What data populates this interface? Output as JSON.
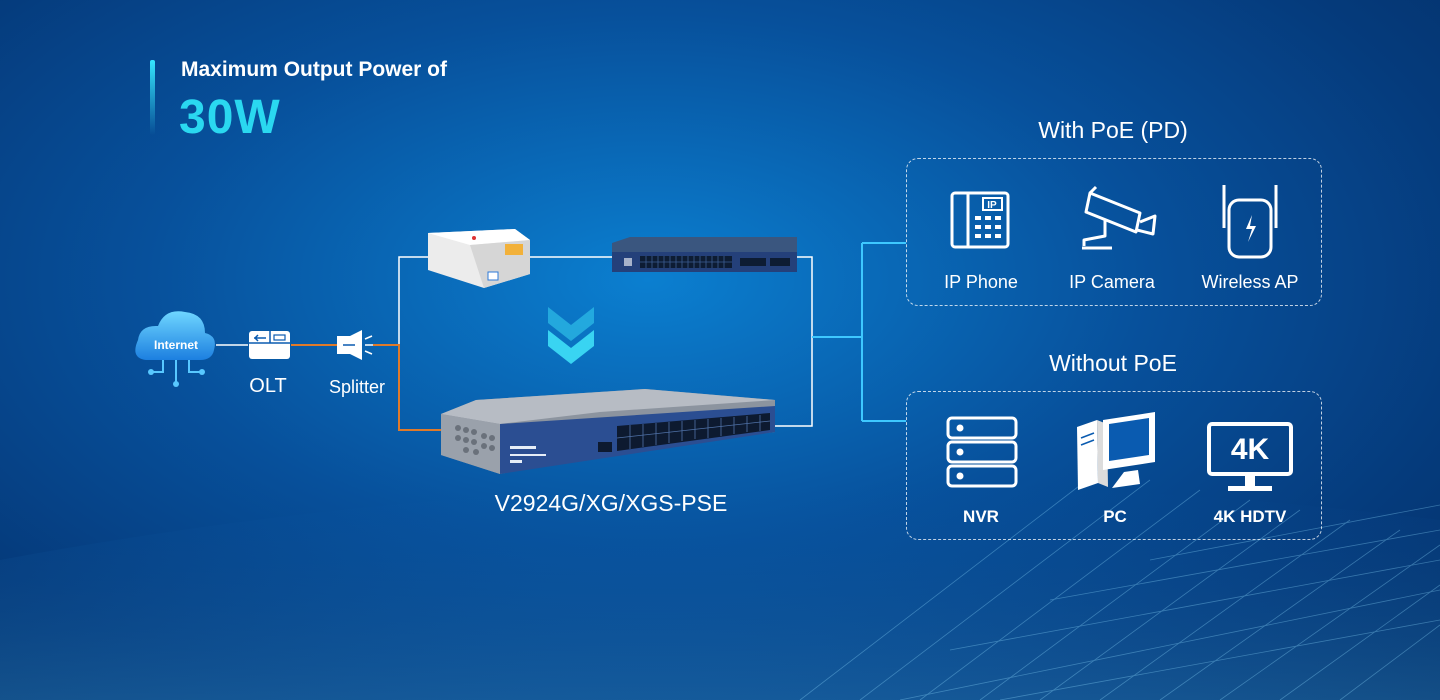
{
  "headline": {
    "line1": "Maximum Output Power of",
    "power": "30W"
  },
  "network": {
    "internet_label": "Internet",
    "olt_label": "OLT",
    "splitter_label": "Splitter",
    "switch_model": "V2924G/XG/XGS-PSE"
  },
  "with_poe": {
    "title": "With PoE (PD)",
    "devices": [
      {
        "label": "IP Phone",
        "icon": "ip-phone-icon"
      },
      {
        "label": "IP Camera",
        "icon": "ip-camera-icon"
      },
      {
        "label": "Wireless AP",
        "icon": "wireless-ap-icon"
      }
    ]
  },
  "without_poe": {
    "title": "Without PoE",
    "devices": [
      {
        "label": "NVR",
        "icon": "nvr-icon"
      },
      {
        "label": "PC",
        "icon": "pc-icon"
      },
      {
        "label": "4K HDTV",
        "icon": "tv-icon"
      }
    ]
  },
  "icon_text": {
    "phone_badge": "IP",
    "tv_badge": "4K"
  },
  "colors": {
    "accent_cyan": "#2ad8f0",
    "link_cyan": "#3ec8ff",
    "link_orange": "#e07a2a",
    "line_white": "#ffffff"
  }
}
